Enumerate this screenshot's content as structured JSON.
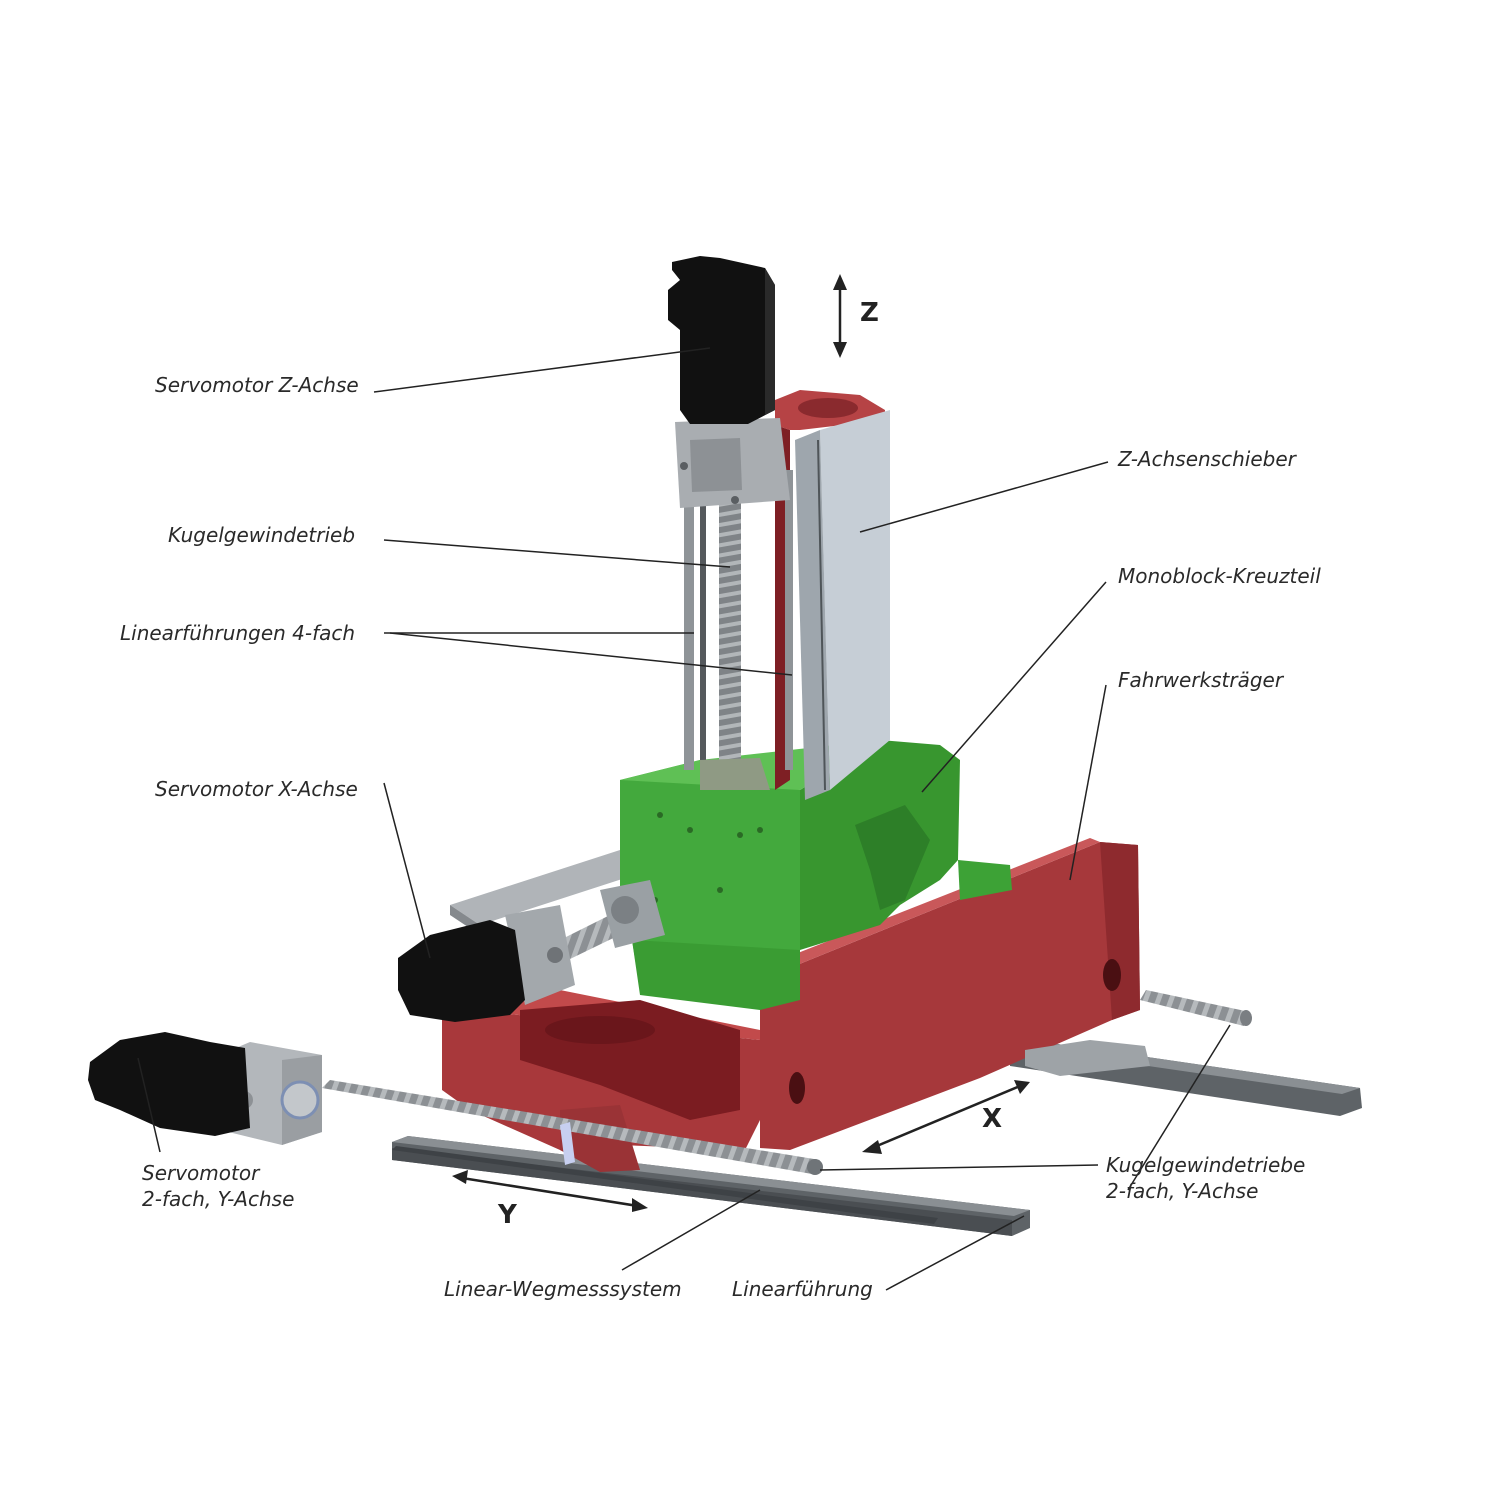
{
  "labels": {
    "servomotor_z": "Servomotor Z-Achse",
    "kugelgewindetrieb": "Kugelgewindetrieb",
    "linearfuehrungen": "Linearführungen 4-fach",
    "servomotor_x": "Servomotor X-Achse",
    "servomotor_y_line1": "Servomotor",
    "servomotor_y_line2": "2-fach, Y-Achse",
    "z_achsenschieber": "Z-Achsenschieber",
    "monoblock": "Monoblock-Kreuzteil",
    "fahrwerkstraeger": "Fahrwerksträger",
    "kugelgewindetriebe_y_line1": "Kugelgewindetriebe",
    "kugelgewindetriebe_y_line2": "2-fach, Y-Achse",
    "linear_wegmesssystem": "Linear-Wegmesssystem",
    "linearfuehrung": "Linearführung"
  },
  "axes": {
    "z": "Z",
    "x": "X",
    "y": "Y"
  },
  "colors": {
    "red_body": "#a33a3c",
    "red_dark": "#7e1f24",
    "green_block": "#3fa63a",
    "green_dark": "#2f7f2d",
    "slider_light": "#c8d0d8",
    "motor_black": "#121212",
    "steel": "#9aa0a4",
    "rail": "#6f7478"
  }
}
